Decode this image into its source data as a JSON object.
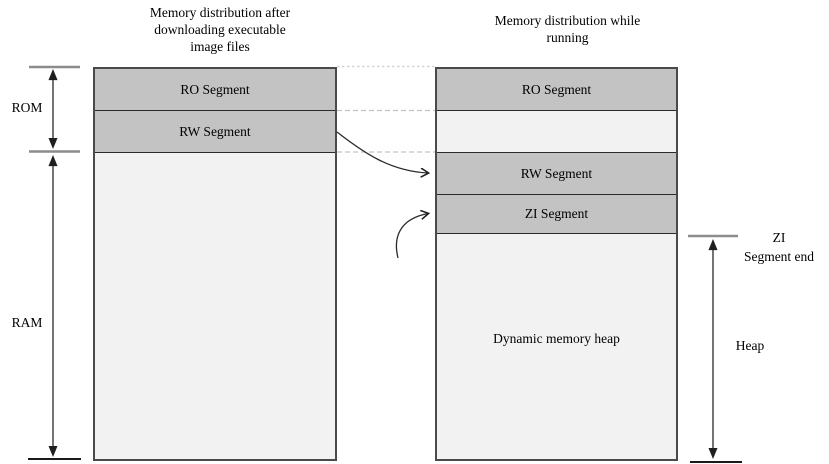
{
  "left_panel": {
    "title_lines": [
      "Memory distribution after",
      "downloading executable",
      "image files"
    ],
    "ro_label": "RO Segment",
    "rw_label": "RW Segment",
    "rom_label": "ROM",
    "ram_label": "RAM"
  },
  "right_panel": {
    "title_lines": [
      "Memory distribution while",
      "running"
    ],
    "ro_label": "RO Segment",
    "rw_label": "RW Segment",
    "zi_label": "ZI Segment",
    "heap_body_label": "Dynamic memory heap",
    "zi_end_lines": [
      "ZI",
      "Segment end"
    ],
    "heap_label": "Heap"
  },
  "colors": {
    "segment_gray": "#c3c3c3",
    "segment_light": "#f2f2f2",
    "box_border": "#4a4a4a",
    "divider": "#2a2a2a",
    "tick_gray": "#8c8c8c",
    "arrow_dark": "#1f1f1f",
    "dash_gray": "#c8c8c8",
    "background": "#ffffff"
  }
}
